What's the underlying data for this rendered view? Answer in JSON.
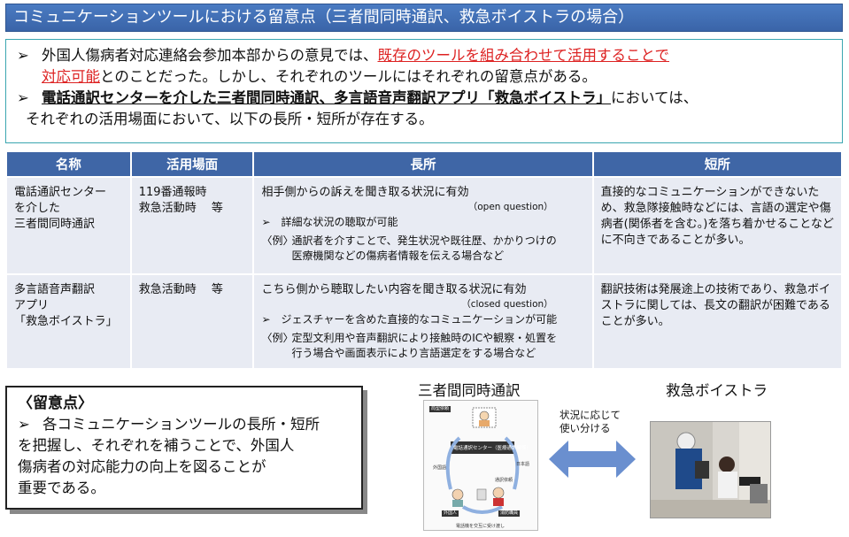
{
  "title": "コミュニケーションツールにおける留意点（三者間同時通訳、救急ボイストラの場合）",
  "intro": {
    "p1_arrow": "➢",
    "p1_a": "外国人傷病者対応連絡会参加本部からの意見では、",
    "p1_red_a": "既存のツールを組み合わせて活用することで",
    "p1_red_b": "対応可能",
    "p1_b": "とのことだった。しかし、それぞれのツールにはそれぞれの留意点がある。",
    "p2_arrow": "➢",
    "p2_bold": "電話通訳センターを介した三者間同時通訳、多言語音声翻訳アプリ「救急ボイストラ」",
    "p2_a": "においては、",
    "p2_b": "それぞれの活用場面において、以下の長所・短所が存在する。"
  },
  "table": {
    "headers": [
      "名称",
      "活用場面",
      "長所",
      "短所"
    ],
    "rows": [
      {
        "name_lines": [
          "電話通訳センター",
          "を介した",
          "三者間同時通訳"
        ],
        "scene_lines": [
          "119番通報時",
          "救急活動時　 等"
        ],
        "pro_main": "相手側からの訴えを聞き取る状況に有効",
        "pro_eng": "（open question）",
        "pro_sub": "➢　詳細な状況の聴取が可能",
        "ex_label": "〈例〉",
        "ex_lines": [
          "通訳者を介すことで、発生状況や既往歴、かかりつけの",
          "医療機関などの傷病者情報を伝える場合など"
        ],
        "con": "直接的なコミュニケーションができないため、救急隊接触時などには、言語の選定や傷病者(関係者を含む。)を落ち着かせることなどに不向きであることが多い。"
      },
      {
        "name_lines": [
          "多言語音声翻訳",
          "アプリ",
          "「救急ボイストラ」"
        ],
        "scene_lines": [
          "救急活動時　 等"
        ],
        "pro_main": "こちら側から聴取したい内容を聞き取る状況に有効",
        "pro_eng": "（closed question）",
        "pro_sub": "➢　ジェスチャーを含めた直接的なコミュニケーションが可能",
        "ex_label": "〈例〉",
        "ex_lines": [
          "定型文利用や音声翻訳により接触時のICや観察・処置を",
          "行う場合や画面表示により言語選定をする場合など"
        ],
        "con": "翻訳技術は発展途上の技術であり、救急ボイストラに関しては、長文の翻訳が困難であることが多い。"
      }
    ]
  },
  "note": {
    "title": "〈留意点〉",
    "arrow": "➢",
    "lines": [
      "各コミュニケーションツールの長所・短所",
      "を把握し、それぞれを補うことで、外国人",
      "傷病者の対応能力の向上を図ることが",
      "重要である。"
    ]
  },
  "diagram": {
    "label": "三者間同時通訳",
    "tag_top": "局型依頼",
    "center": "電話通訳センター（医療通訳関係）",
    "left_side": "外国語",
    "right_side": "日本語",
    "mid": "通訳依頼",
    "bottom_left": "外国人",
    "bottom_right": "消防職員",
    "caption": "電話機を交互に受け渡し"
  },
  "middle": {
    "lines": [
      "状況に応じて",
      "使い分ける"
    ]
  },
  "photo": {
    "label": "救急ボイストラ"
  },
  "colors": {
    "title_bg": "#3f6aae",
    "header_bg": "#3f66a6",
    "cell_bg": "#e8ebf3",
    "accent_red": "#dd2222",
    "arrow_blue": "#6a8fcf"
  }
}
